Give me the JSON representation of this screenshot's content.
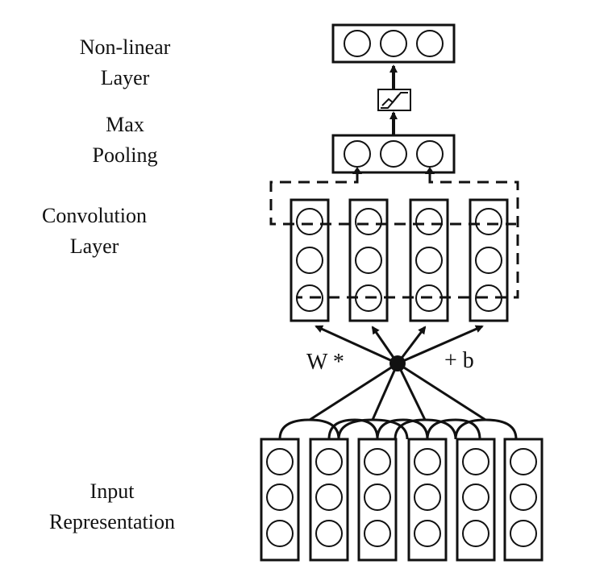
{
  "labels": {
    "nonlinear": [
      "Non-linear",
      "Layer"
    ],
    "maxpool": [
      "Max",
      "Pooling"
    ],
    "conv": [
      "Convolution",
      "Layer"
    ],
    "input": [
      "Input",
      "Representation"
    ],
    "weight": "W *",
    "bias": "+ b"
  },
  "structure": {
    "input_columns": 6,
    "conv_columns": 4,
    "neurons_per_column": 3,
    "pool_units": 3,
    "nonlinear_units": 3
  },
  "colors": {
    "stroke": "#111111",
    "background": "#ffffff"
  }
}
